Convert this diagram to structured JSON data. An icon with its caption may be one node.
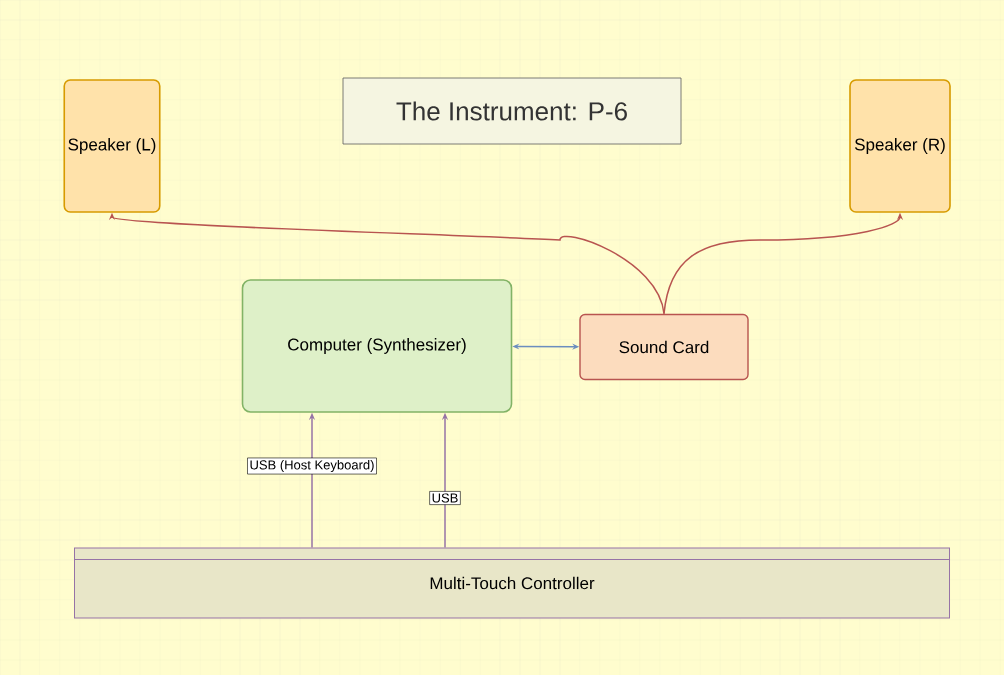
{
  "diagram": {
    "title": "The Instrument: P-6",
    "nodes": [
      {
        "text": [
          "Speaker (L)"
        ]
      },
      {
        "text": [
          "Speaker (R)"
        ]
      },
      {
        "text": [
          "Computer (Synthesizer)"
        ]
      },
      {
        "text": [
          "Sound Card"
        ]
      },
      {
        "text": [
          "Multi-Touch Controller"
        ]
      }
    ],
    "edges": [
      {
        "from": 3,
        "to": 0,
        "arrow": "to",
        "color": "#b85450"
      },
      {
        "from": 3,
        "to": 1,
        "arrow": "to",
        "color": "#b85450"
      },
      {
        "from": 2,
        "to": 3,
        "arrow": "both",
        "color": "#6c8ebf"
      },
      {
        "from": 4,
        "to": 2,
        "arrow": "to",
        "label": "USB (Host Keyboard)",
        "color": "#9673a6"
      },
      {
        "from": 4,
        "to": 2,
        "arrow": "to",
        "label": "USB",
        "color": "#9673a6"
      }
    ]
  }
}
